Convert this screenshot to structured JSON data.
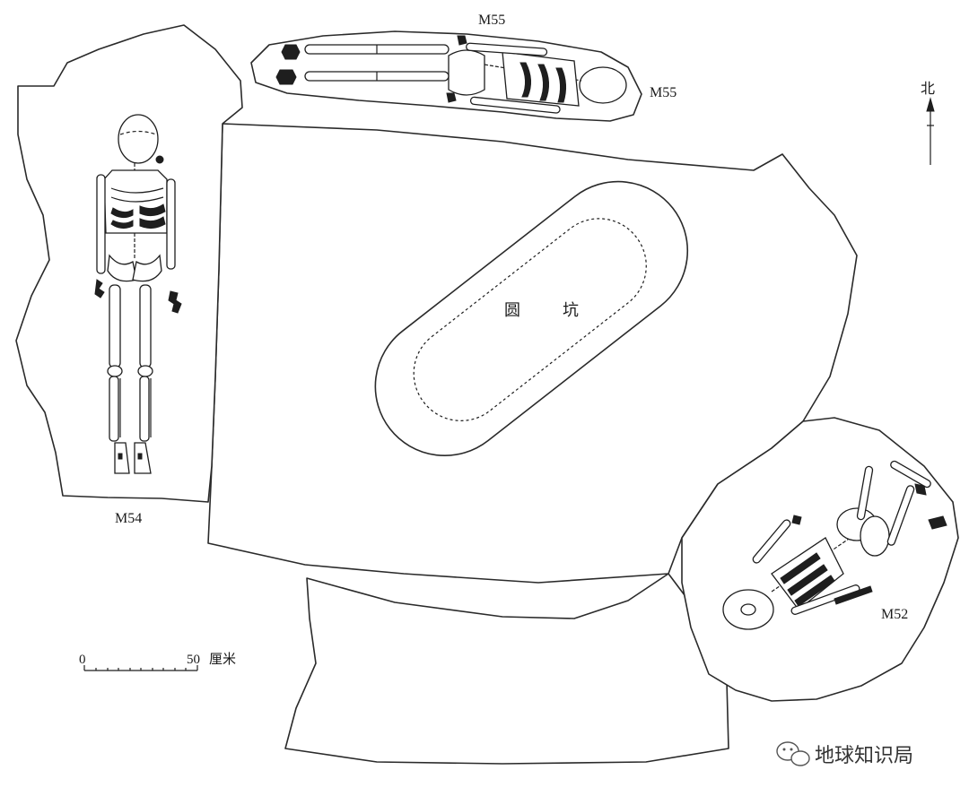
{
  "labels": {
    "m55_top": "M55",
    "m55_side": "M55",
    "m54": "M54",
    "m52": "M52",
    "pit_char1": "圆",
    "pit_char2": "坑",
    "north": "北"
  },
  "scale_bar": {
    "zero": "0",
    "end": "50",
    "unit": "厘米"
  },
  "watermark": {
    "text": "地球知识局",
    "icon": "wechat-icon"
  },
  "colors": {
    "line": "#1e1e1e",
    "background": "#ffffff"
  }
}
